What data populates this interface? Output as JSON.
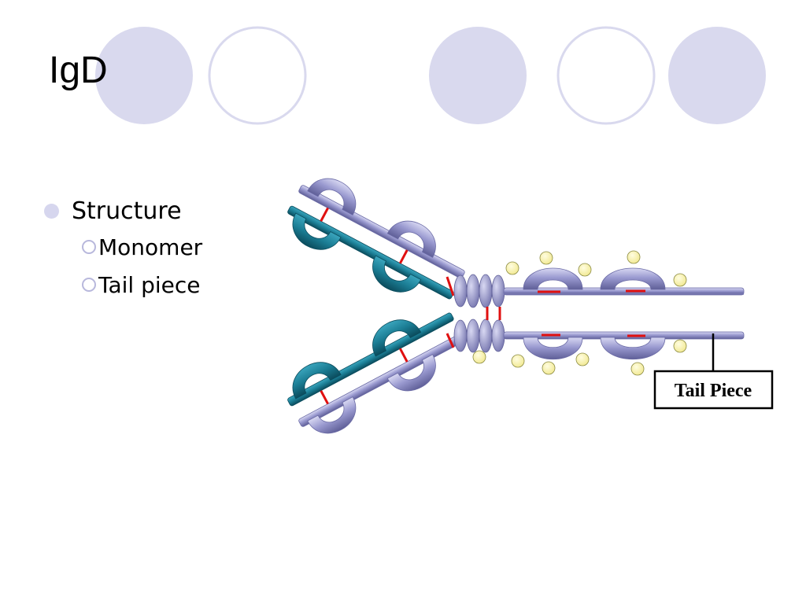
{
  "slide": {
    "title": "IgD"
  },
  "bullets": {
    "main": "Structure",
    "sub": [
      "Monomer",
      "Tail piece"
    ]
  },
  "diagram": {
    "label": "Tail Piece"
  },
  "colors": {
    "deco_circle_fill": "#d9d9ee",
    "deco_circle_outline": "#d9d9ee",
    "heavy_chain": "#9a9ad0",
    "light_chain": "#1b7d94",
    "disulfide_bond": "#e01010",
    "carbohydrate": "#fbf6a6"
  }
}
